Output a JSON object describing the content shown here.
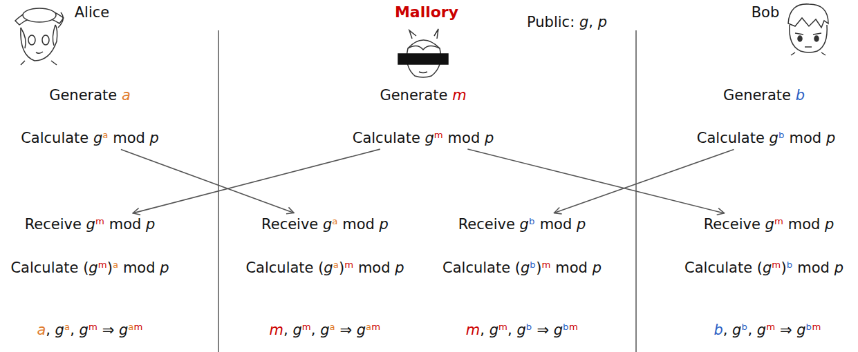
{
  "diagram": {
    "nodes": [
      {
        "text": [
          "Calculate gᵃ mod p"
        ]
      },
      {
        "text": [
          "Calculate gᵐ mod p"
        ]
      },
      {
        "text": [
          "Calculate gᵇ mod p"
        ]
      },
      {
        "text": [
          "Receive gᵐ mod p"
        ]
      },
      {
        "text": [
          "Receive gᵃ mod p"
        ]
      },
      {
        "text": [
          "Receive gᵇ mod p"
        ]
      },
      {
        "text": [
          "Receive gᵐ mod p"
        ]
      }
    ],
    "edges": [
      {
        "from": 0,
        "to": 4,
        "arrow": "to"
      },
      {
        "from": 1,
        "to": 3,
        "arrow": "to"
      },
      {
        "from": 1,
        "to": 6,
        "arrow": "to"
      },
      {
        "from": 2,
        "to": 5,
        "arrow": "to"
      }
    ],
    "labels": [
      "Alice",
      "Mallory",
      "Public: g, p",
      "Bob",
      "Generate a",
      "Generate m",
      "Generate b",
      "Calculate (gᵐ)ᵃ mod p",
      "Calculate (gᵃ)ᵐ mod p",
      "Calculate (gᵇ)ᵐ mod p",
      "Calculate (gᵐ)ᵇ mod p",
      "a, gᵃ, gᵐ ⇒ gᵃᵐ",
      "m, gᵐ, gᵃ ⇒ gᵃᵐ",
      "m, gᵐ, gᵇ ⇒ gᵇᵐ",
      "b, gᵇ, gᵐ ⇒ gᵇᵐ"
    ]
  }
}
